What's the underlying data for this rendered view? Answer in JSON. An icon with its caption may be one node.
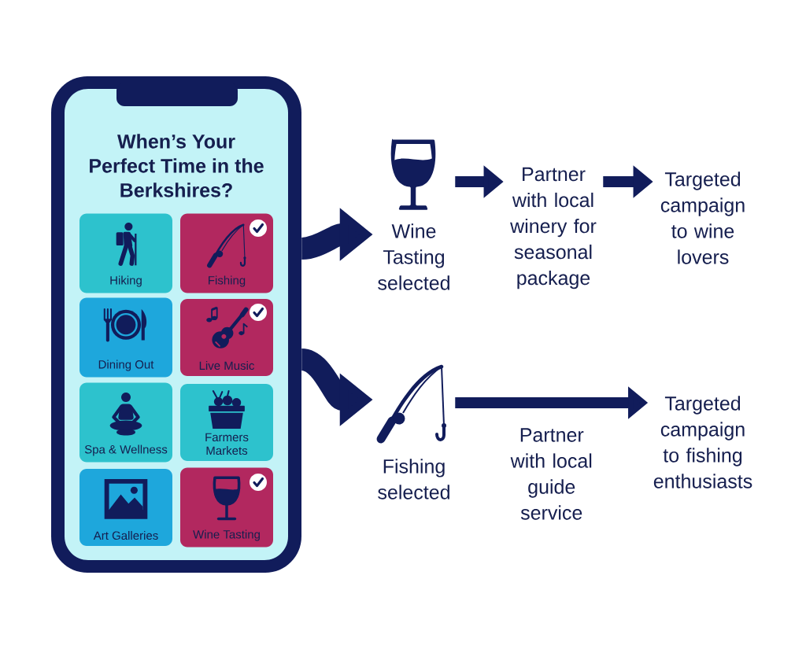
{
  "diagram": {
    "nodes": [
      {
        "text": [
          "When’s Your Perfect Time in the Berkshires?"
        ]
      },
      {
        "text": [
          "Hiking"
        ],
        "in": 0
      },
      {
        "text": [
          "Fishing"
        ],
        "in": 0
      },
      {
        "text": [
          "Dining Out"
        ],
        "in": 0
      },
      {
        "text": [
          "Live Music"
        ],
        "in": 0
      },
      {
        "text": [
          "Spa & Wellness"
        ],
        "in": 0
      },
      {
        "text": [
          "Farmers Markets"
        ],
        "in": 0
      },
      {
        "text": [
          "Art Galleries"
        ],
        "in": 0
      },
      {
        "text": [
          "Wine Tasting"
        ],
        "in": 0
      },
      {
        "text": [
          "Wine Tasting selected"
        ]
      },
      {
        "text": [
          "Partner with local winery for seasonal package"
        ]
      },
      {
        "text": [
          "Targeted campaign to wine lovers"
        ]
      },
      {
        "text": [
          "Fishing selected"
        ]
      },
      {
        "text": [
          "Targeted campaign to fishing enthusiasts"
        ]
      }
    ],
    "edges": [
      {
        "from": 0,
        "to": 9,
        "arrow": "to",
        "style": "thick"
      },
      {
        "from": 0,
        "to": 12,
        "arrow": "to",
        "style": "thick"
      },
      {
        "from": 9,
        "to": 10,
        "arrow": "to"
      },
      {
        "from": 10,
        "to": 11,
        "arrow": "to"
      },
      {
        "from": 12,
        "to": 13,
        "arrow": "to",
        "label": "Partner with local guide service"
      }
    ]
  }
}
